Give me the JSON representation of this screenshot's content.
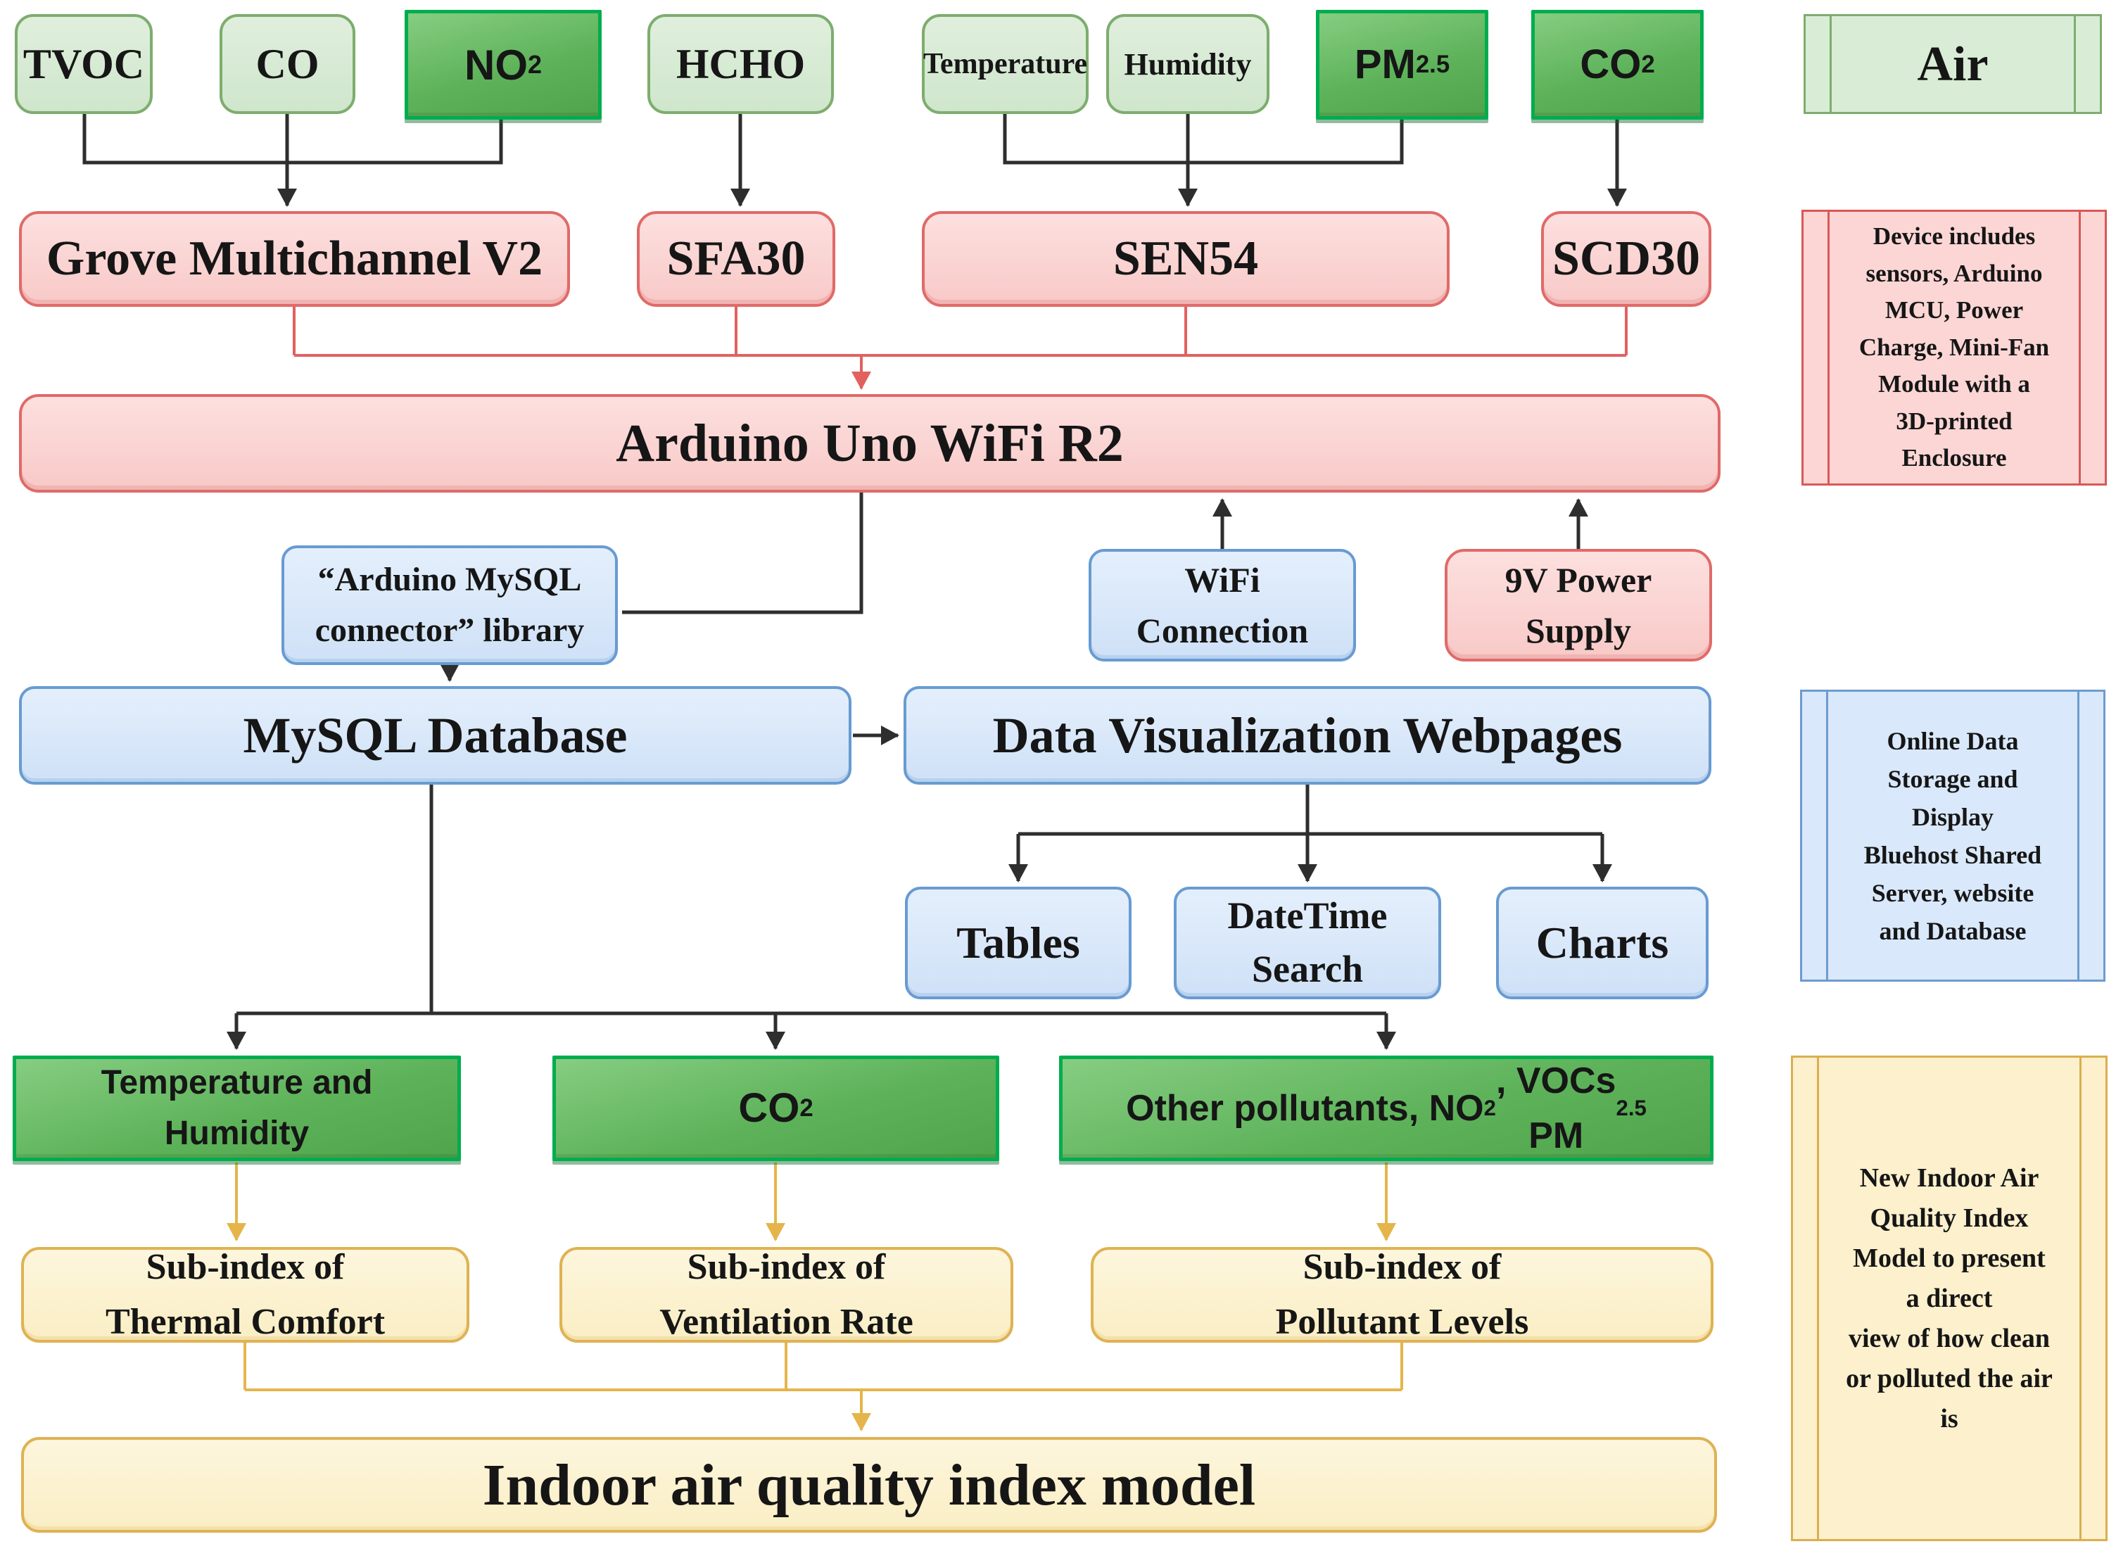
{
  "palette": {
    "light_green_fill": "#d5e8d4",
    "light_green_border": "#7ead6e",
    "dark_green_fill": "#5eb35a",
    "dark_green_border": "#00ad4e",
    "pink_fill": "#f8cecc",
    "pink_border": "#e06a68",
    "blue_fill": "#dae8fc",
    "blue_border": "#689bd2",
    "yellow_fill": "#fff2cc",
    "yellow_border": "#dfb253",
    "wire_black": "#2e2e2e",
    "wire_red": "#e2615f",
    "wire_gold": "#e5b54b"
  },
  "sensors": {
    "tvoc": {
      "label": "TVOC"
    },
    "co": {
      "label": "CO"
    },
    "no2": {
      "label_html": "NO<sub>2</sub>"
    },
    "hcho": {
      "label": "HCHO"
    },
    "temperature": {
      "label": "Temperature"
    },
    "humidity": {
      "label": "Humidity"
    },
    "pm25": {
      "label_html": "PM<sub>2.5</sub>"
    },
    "co2": {
      "label_html": "CO<sub>2</sub>"
    }
  },
  "modules": {
    "grove": {
      "label": "Grove Multichannel V2"
    },
    "sfa30": {
      "label": "SFA30"
    },
    "sen54": {
      "label": "SEN54"
    },
    "scd30": {
      "label": "SCD30"
    }
  },
  "mcu": {
    "label": "Arduino Uno WiFi R2"
  },
  "link": {
    "library_html": "“Arduino MySQL<br>connector” library",
    "wifi_html": "WiFi<br>Connection",
    "power_html": "9V Power<br>Supply"
  },
  "storage": {
    "mysql": {
      "label": "MySQL Database"
    },
    "webpages": {
      "label": "Data Visualization Webpages"
    }
  },
  "views": {
    "tables": {
      "label": "Tables"
    },
    "datetime_html": "DateTime<br>Search",
    "charts": {
      "label": "Charts"
    }
  },
  "groups": {
    "temp_humidity_html": "Temperature and<br>Humidity",
    "co2_html": "CO<sub>2</sub>",
    "other_html": "Other pollutants, NO<sub>2</sub>, VOCs<br>PM<sub>2.5</sub>"
  },
  "subindex": {
    "thermal_html": "Sub-index of<br>Thermal Comfort",
    "ventilation_html": "Sub-index of<br>Ventilation Rate",
    "pollutant_html": "Sub-index of<br>Pollutant Levels"
  },
  "final": {
    "label": "Indoor air quality index model"
  },
  "notes": {
    "air": {
      "label": "Air"
    },
    "device_html": "Device includes<br>sensors, Arduino<br>MCU, Power<br>Charge, Mini-Fan<br>Module with a<br>3D-printed<br>Enclosure",
    "online_html": "Online Data<br>Storage and<br>Display<br>Bluehost Shared<br>Server, website<br>and Database",
    "model_html": "New Indoor Air<br>Quality Index<br>Model to present<br>a direct<br>view of how clean<br>or polluted the air<br>is"
  }
}
